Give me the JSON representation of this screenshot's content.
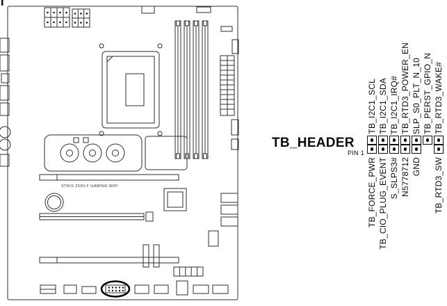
{
  "diagram": {
    "title": "TB_HEADER",
    "pin1_label": "PIN 1"
  },
  "board": {
    "label": "STRIX Z590-F GAMING WIFI"
  },
  "header": {
    "columns": 7,
    "top_labels": [
      "TB_I2C1_SCL",
      "TB_I2C1_SDA",
      "TB_I2C1_IRQ#",
      "TB_RTD3_POWER_EN",
      "SLP_S0_PLT_N_10",
      "TB_PERST_GPIO_N",
      "TB_RTD3_WAKE#"
    ],
    "bottom_labels": [
      "TB_FORCE_PWR",
      "TB_CIO_PLUG_EVENT",
      "S_SLPS3#",
      "N5778712",
      "GND",
      "",
      "TB_RTD3_SW"
    ]
  }
}
